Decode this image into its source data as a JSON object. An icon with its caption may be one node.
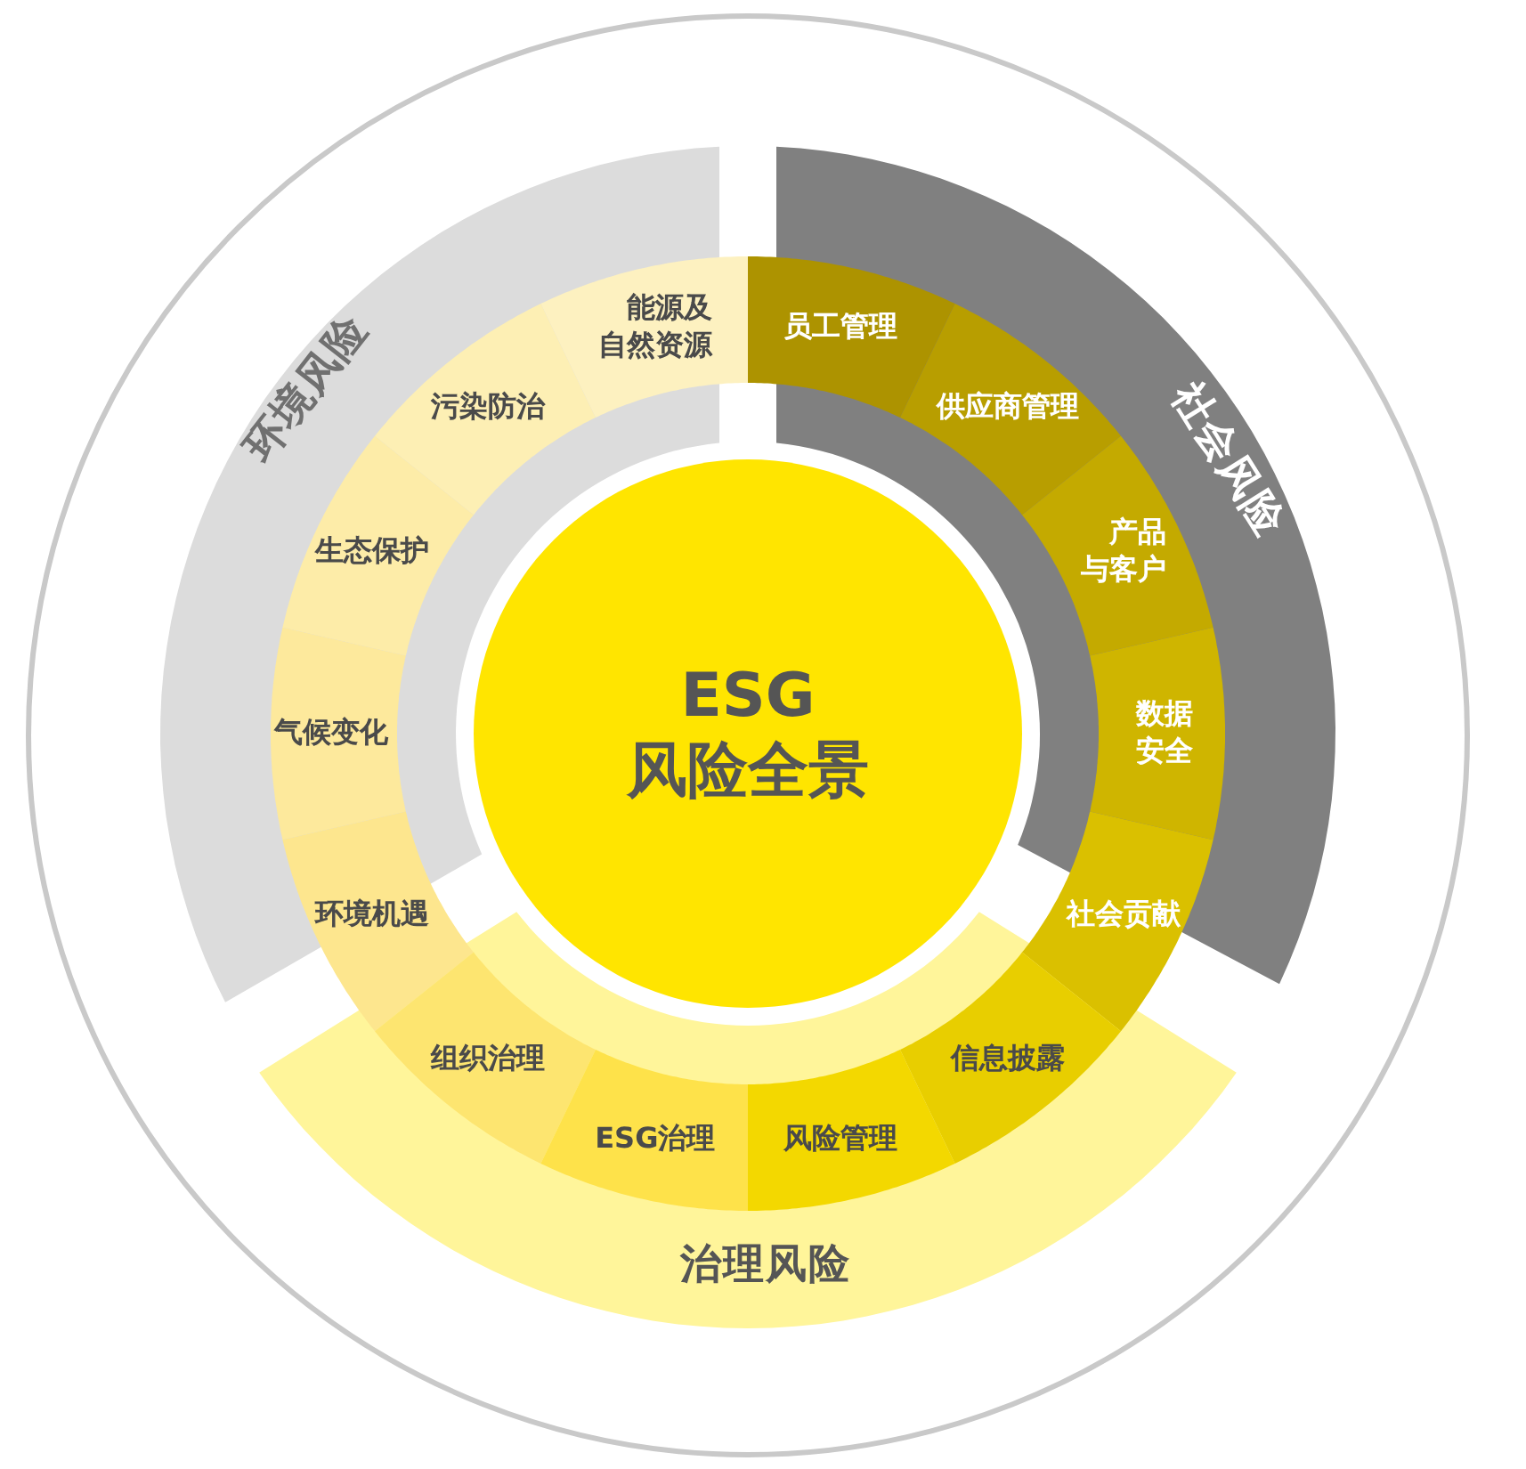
{
  "diagram": {
    "nodes": [
      {
        "text": [
          "ESG 风险全景"
        ]
      },
      {
        "text": [
          "环境风险"
        ]
      },
      {
        "text": [
          "能源及自然资源"
        ]
      },
      {
        "text": [
          "污染防治"
        ],
        "in": 1
      },
      {
        "text": [
          "生态保护"
        ],
        "in": 1
      },
      {
        "text": [
          "气候变化"
        ],
        "in": 1
      },
      {
        "text": [
          "环境机遇"
        ]
      },
      {
        "text": [
          "社会风险"
        ]
      },
      {
        "text": [
          "员工管理"
        ]
      },
      {
        "text": [
          "供应商管理"
        ],
        "in": 7
      },
      {
        "text": [
          "产品与客户"
        ],
        "in": 7
      },
      {
        "text": [
          "数据安全"
        ],
        "in": 7
      },
      {
        "text": [
          "社会贡献"
        ]
      },
      {
        "text": [
          "治理风险"
        ]
      },
      {
        "text": [
          "组织治理"
        ],
        "in": 13
      },
      {
        "text": [
          "ESG治理"
        ],
        "in": 13
      },
      {
        "text": [
          "风险管理"
        ],
        "in": 13
      },
      {
        "text": [
          "信息披露"
        ],
        "in": 13
      }
    ]
  }
}
